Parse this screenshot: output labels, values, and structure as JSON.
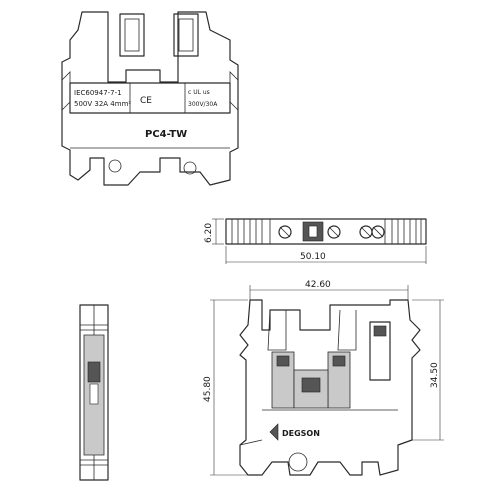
{
  "front_view": {
    "label_line1": "IEC60947-7-1",
    "label_line2": "500V 32A 4mm²",
    "ce_mark": "CE",
    "ul_mark": "c UL us",
    "ul_rating": "300V/30A",
    "model": "PC4-TW"
  },
  "top_view": {
    "height_dim": "6.20",
    "width_dim": "50.10"
  },
  "main_view": {
    "width_dim": "42.60",
    "total_height_dim": "45.80",
    "inner_height_dim": "34.50",
    "brand": "DEGSON"
  }
}
